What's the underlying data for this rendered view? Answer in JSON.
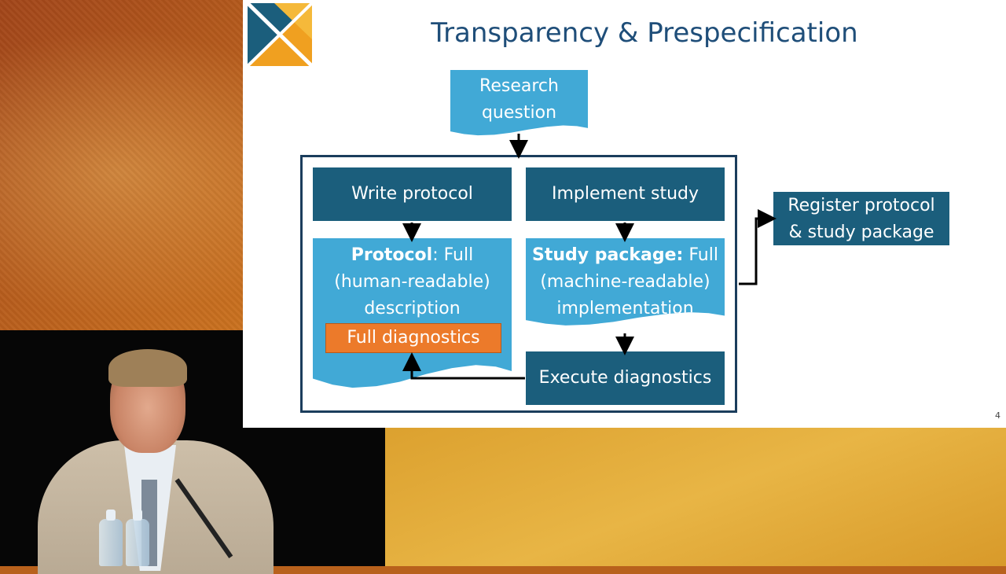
{
  "slide": {
    "title": "Transparency & Prespecification",
    "page_number": "4"
  },
  "diagram": {
    "research_question": [
      "Research",
      "question"
    ],
    "write_protocol": "Write protocol",
    "implement_study": "Implement study",
    "protocol": {
      "bold": "Protocol",
      "rest": ": Full",
      "line2": "(human-readable)",
      "line3": "description"
    },
    "full_diagnostics": "Full diagnostics",
    "study_package": {
      "bold": "Study package:",
      "rest": " Full",
      "line2": "(machine-readable)",
      "line3": "implementation"
    },
    "execute_diagnostics": "Execute diagnostics",
    "register": [
      "Register protocol",
      "& study package"
    ]
  },
  "colors": {
    "title": "#1f4e79",
    "light_box": "#41a9d6",
    "dark_box": "#1b5e7c",
    "orange": "#ec7a2a",
    "logo_blue": "#1b5e7c",
    "logo_orange": "#f0a020"
  }
}
